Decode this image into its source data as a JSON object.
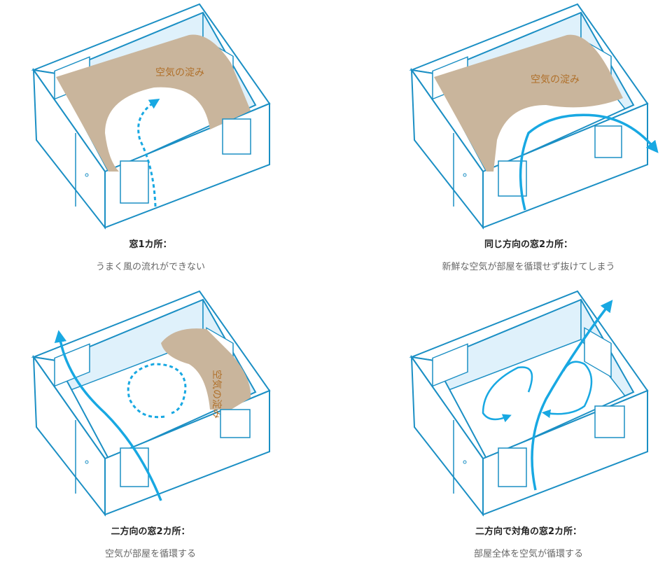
{
  "colors": {
    "wall_stroke": "#1b8fc4",
    "wall_fill": "#dff1fb",
    "stagnant": "#c9b59c",
    "arrow": "#18a8e2",
    "label": "#b0702a"
  },
  "panels": [
    {
      "title": "窓1カ所：",
      "subtitle": "うまく風の流れができない",
      "stagnant_label": "空気の淀み"
    },
    {
      "title": "同じ方向の窓2カ所：",
      "subtitle": "新鮮な空気が部屋を循環せず抜けてしまう",
      "stagnant_label": "空気の淀み"
    },
    {
      "title": "二方向の窓2カ所：",
      "subtitle": "空気が部屋を循環する",
      "stagnant_label": "空気の淀み"
    },
    {
      "title": "二方向で対角の窓2カ所：",
      "subtitle": "部屋全体を空気が循環する"
    }
  ]
}
